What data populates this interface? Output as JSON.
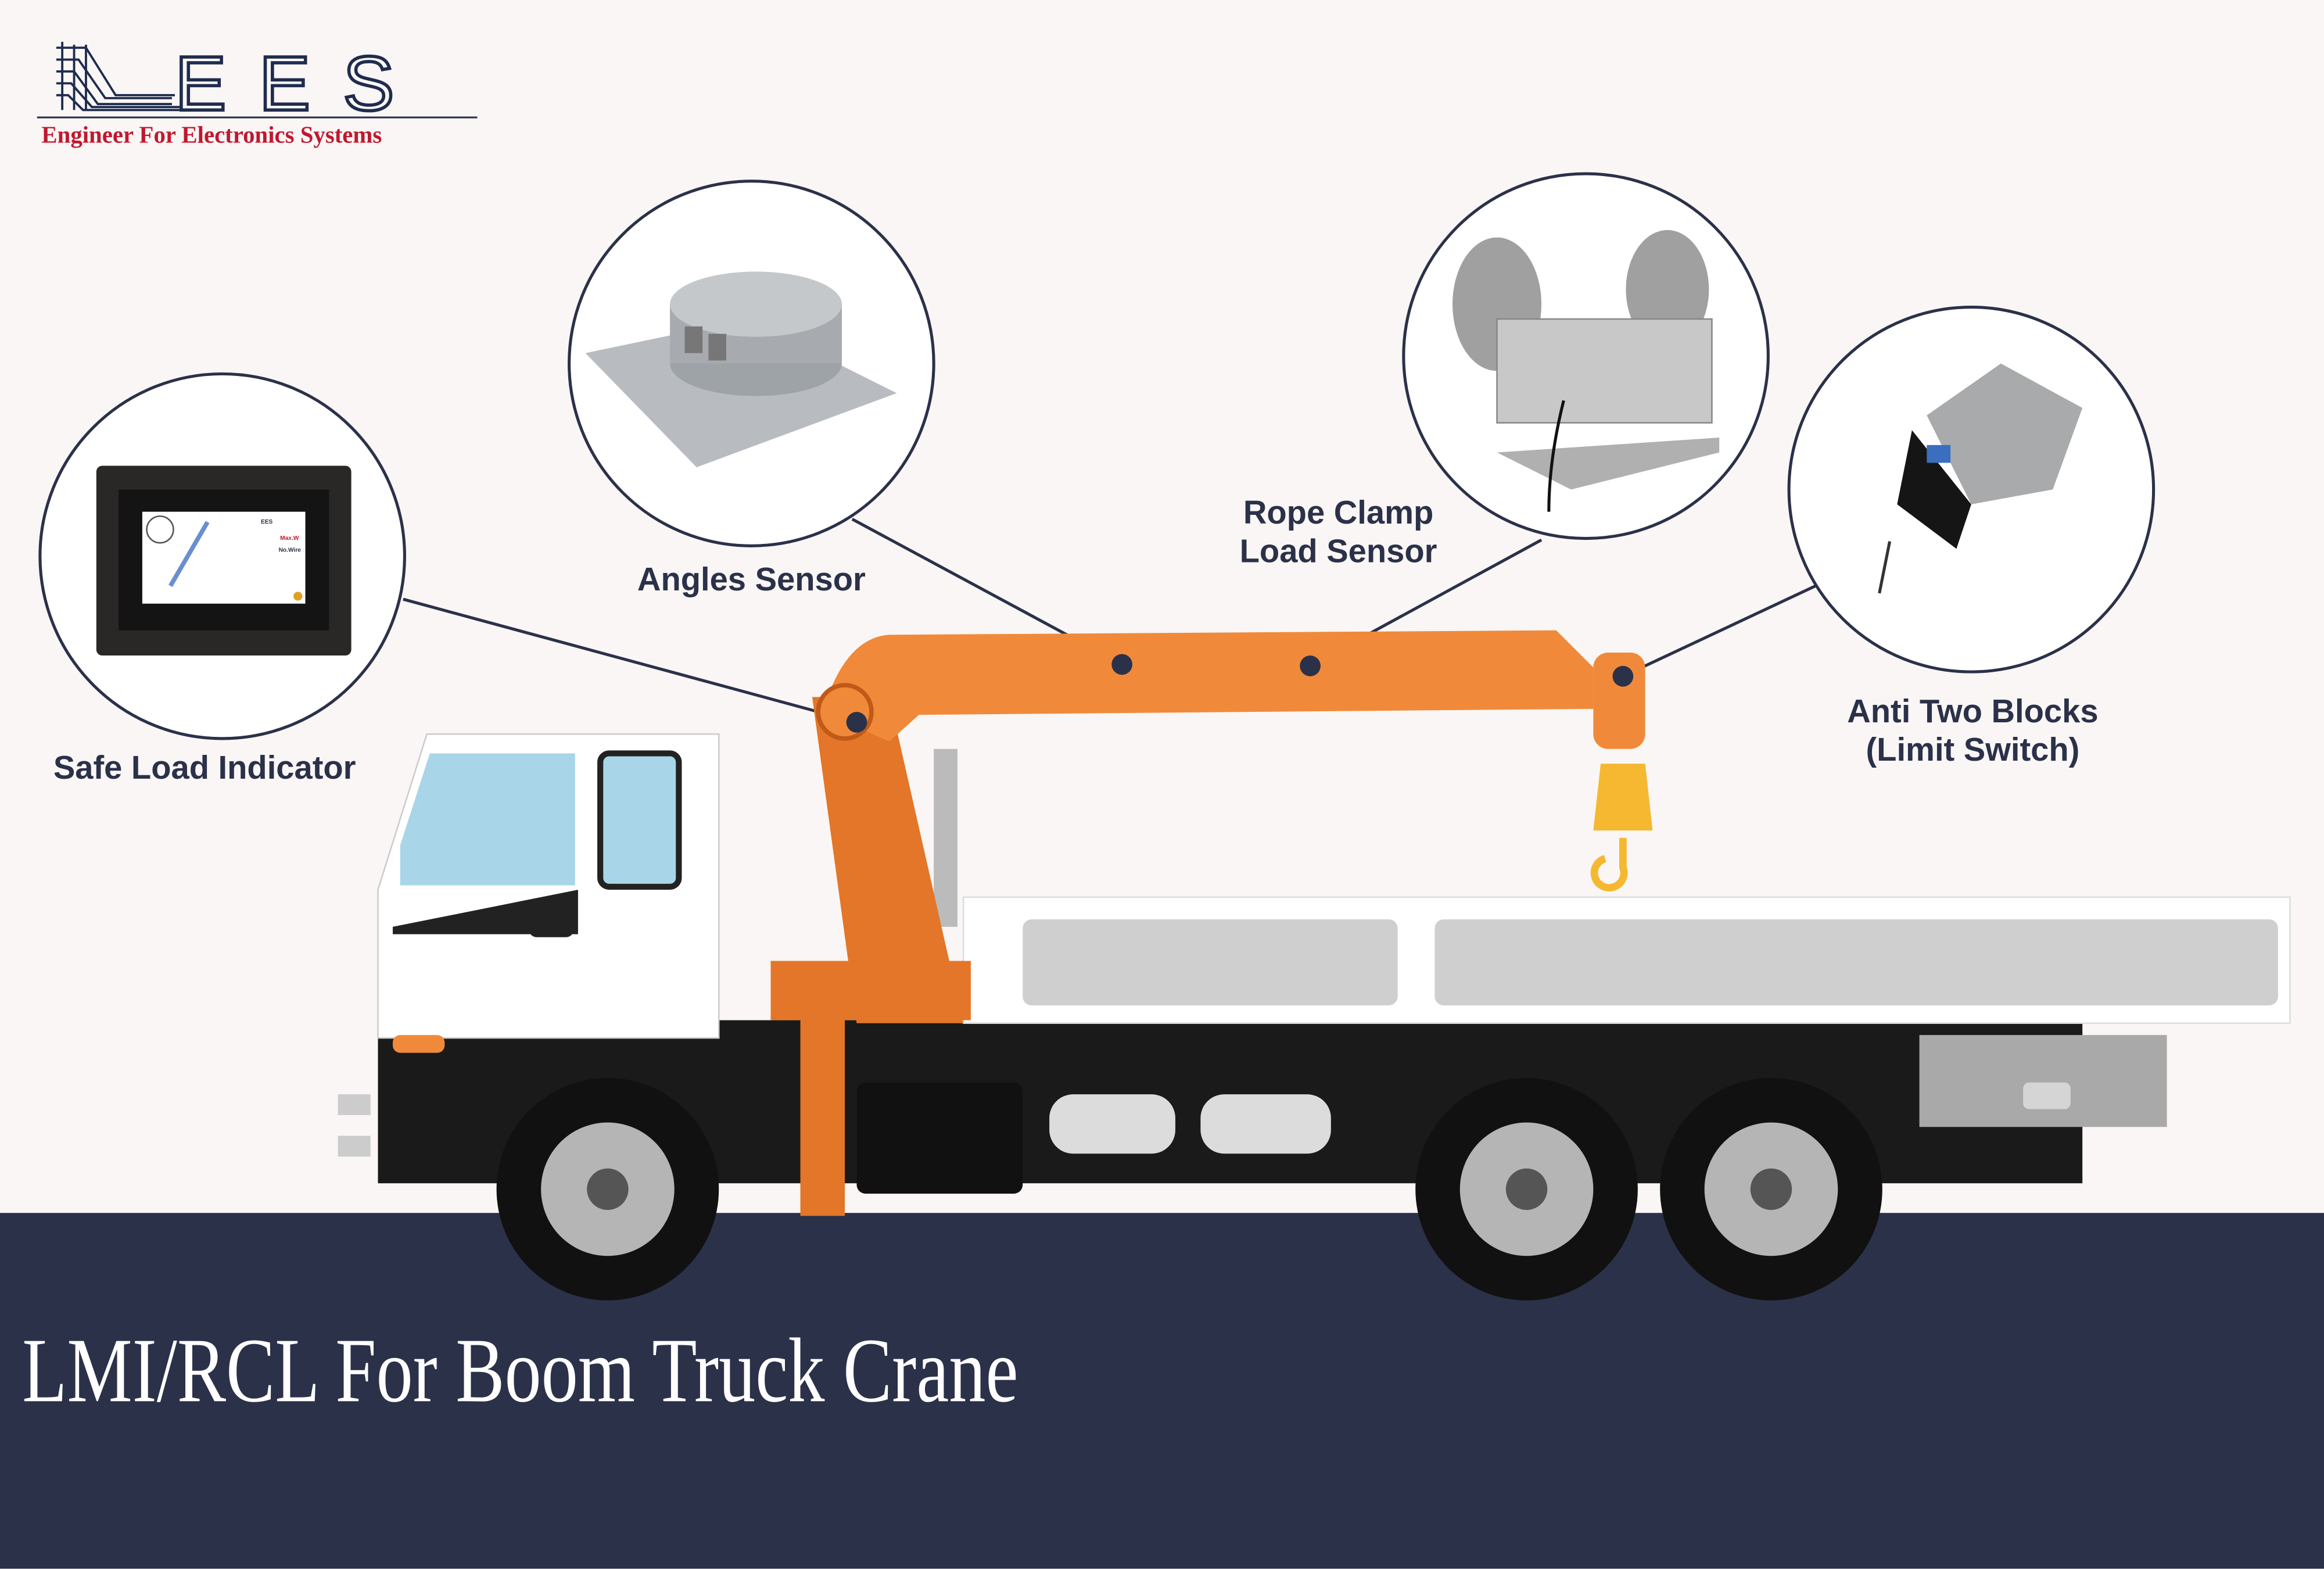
{
  "logo": {
    "letters": "EES",
    "tagline": "Engineer For Electronics Systems"
  },
  "components": [
    {
      "label_lines": [
        "Safe Load Indicator"
      ]
    },
    {
      "label_lines": [
        "Angles Sensor"
      ]
    },
    {
      "label_lines": [
        "Rope Clamp",
        "Load Sensor"
      ]
    },
    {
      "label_lines": [
        "Anti Two Blocks",
        "(Limit Switch)"
      ]
    }
  ],
  "screen": {
    "max_w": "Max.W",
    "no_wire": "No.Wire",
    "brand": "EES"
  },
  "title": "LMI/RCL For Boom Truck Crane",
  "colors": {
    "navy": "#2b3149",
    "orange": "#f08a3a",
    "brand_red": "#c0182f",
    "background": "#f9f6f5"
  }
}
